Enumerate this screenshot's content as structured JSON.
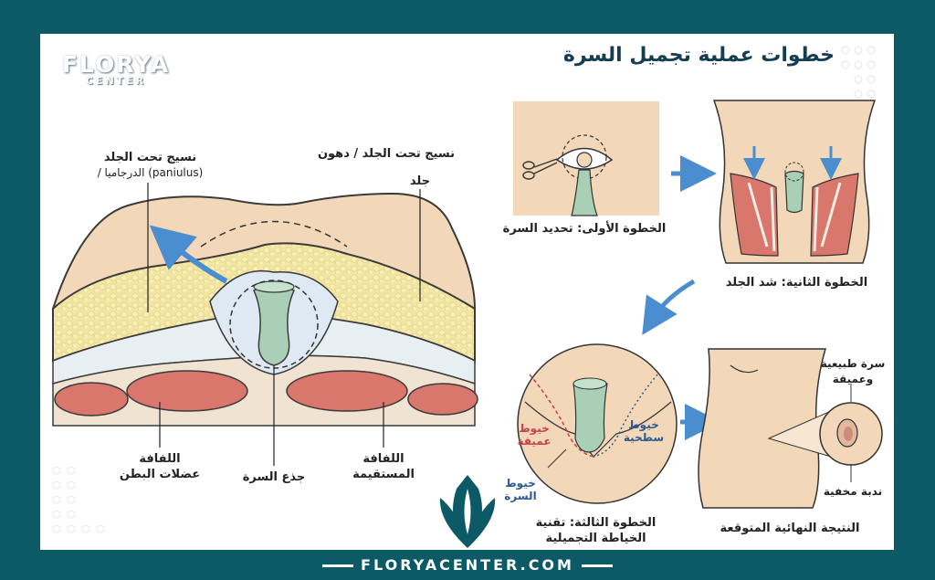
{
  "brand": {
    "name": "FLORYA",
    "sub": "CENTER",
    "url": "FLORYACENTER.COM"
  },
  "title": "خطوات عملية تجميل السرة",
  "main_labels": {
    "subcutaneous_panniculus_1": "نسيج تحت الجلد",
    "subcutaneous_panniculus_2": "(paniulus) الدرجاميا /",
    "subcutaneous_fat": "نسيج تحت الجلد / دهون",
    "skin": "جلد",
    "fascia_muscles_1": "اللفافة",
    "fascia_muscles_2": "عضلات البطن",
    "umbilical_stalk": "جذع السرة",
    "rectus_fascia_1": "اللفافة",
    "rectus_fascia_2": "المستقيمة"
  },
  "steps": {
    "step1": "الخطوة الأولى: تحديد السرة",
    "step2": "الخطوة الثانية: شد الجلد",
    "step3_1": "الخطوة الثالثة: تقنية",
    "step3_2": "الخياطة التجميلية",
    "result": "النتيجة النهائية المتوقعة"
  },
  "suture_labels": {
    "deep_1": "خيوط",
    "deep_2": "عميقة",
    "surface_1": "خيوط",
    "surface_2": "سطحية",
    "navel_1": "خيوط",
    "navel_2": "السرة"
  },
  "result_labels": {
    "natural_1": "سرة طبيعية",
    "natural_2": "وعميقة",
    "scar": "ندبة مخفية"
  },
  "colors": {
    "frame": "#0b5a66",
    "title": "#163d52",
    "skin": "#f2d8b8",
    "fat": "#f3e5a2",
    "muscle": "#d9776d",
    "stalk": "#a9cfb7",
    "arrow": "#4a8ed0",
    "fascia": "#e8eff3"
  },
  "icons": [
    "lotus-logo-icon",
    "scissors-icon",
    "blue-arrow-icon",
    "dot-grid-decoration"
  ]
}
